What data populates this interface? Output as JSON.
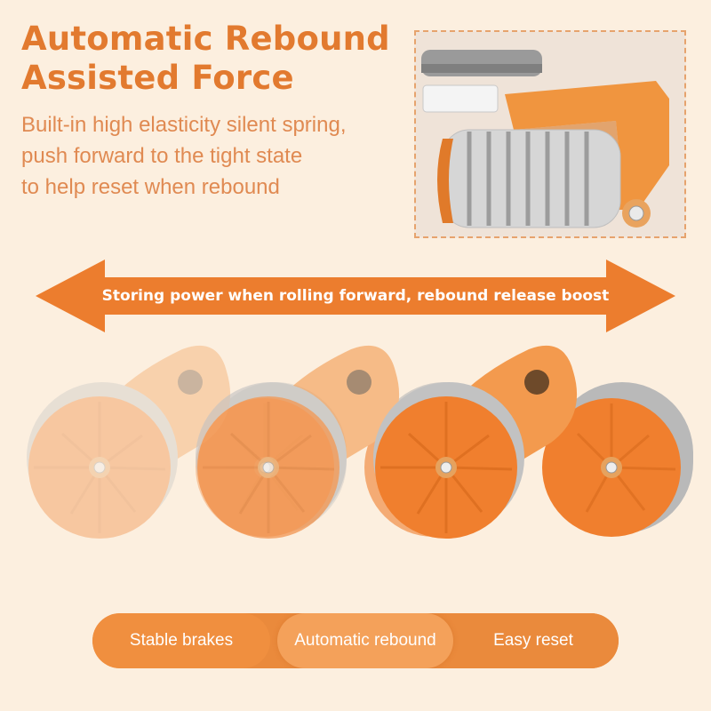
{
  "heading": {
    "line1": "Automatic Rebound",
    "line2": "Assisted Force"
  },
  "description": {
    "line1": "Built-in high elasticity silent spring,",
    "line2": "push forward to the tight state",
    "line3": "to help reset when rebound"
  },
  "banner": {
    "text": "Storing power when rolling forward, rebound release boost"
  },
  "features": [
    {
      "label": "Stable brakes"
    },
    {
      "label": "Automatic rebound"
    },
    {
      "label": "Easy reset"
    }
  ],
  "colors": {
    "background": "#fcefdf",
    "accent": "#e27a2f",
    "arrow": "#ec7d2e",
    "wheel": "#f07f2e"
  }
}
